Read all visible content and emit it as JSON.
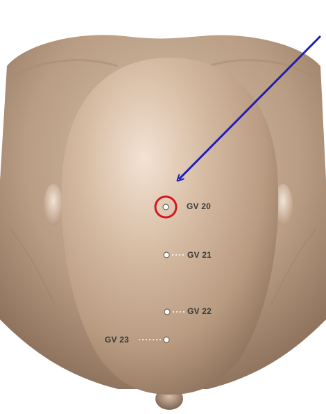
{
  "figure": {
    "points": [
      {
        "id": "gv20",
        "label": "GV 20",
        "highlighted": true
      },
      {
        "id": "gv21",
        "label": "GV 21",
        "highlighted": false
      },
      {
        "id": "gv22",
        "label": "GV 22",
        "highlighted": false
      },
      {
        "id": "gv23",
        "label": "GV 23",
        "highlighted": false
      }
    ],
    "highlight_color": "#d21a1a",
    "arrow_color": "#1f1fb8",
    "skin_color": "#c9ad93"
  }
}
